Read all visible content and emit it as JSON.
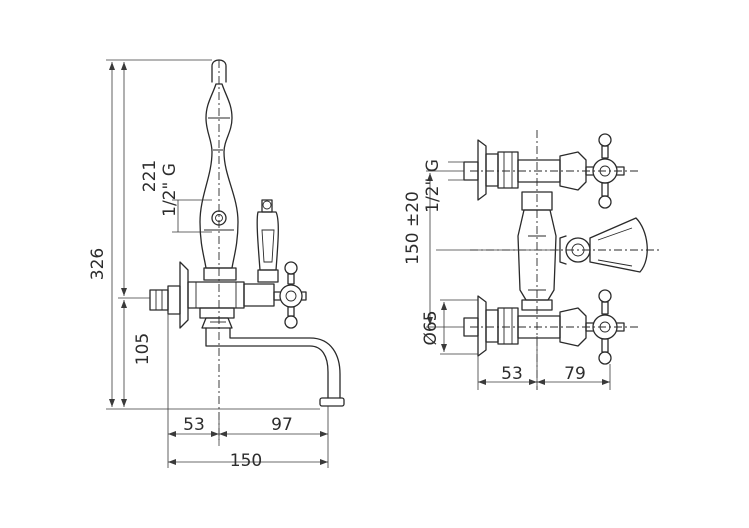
{
  "side_view": {
    "dims": {
      "total_height": "326",
      "upper_height": "221",
      "lower_height": "105",
      "thread": "1/2\" G",
      "left_width": "53",
      "right_width": "97",
      "overall_width": "150"
    }
  },
  "front_view": {
    "dims": {
      "thread": "1/2\" G",
      "centers": "150 ±20",
      "diameter": "Ø65",
      "left_width": "53",
      "right_width": "79"
    }
  }
}
